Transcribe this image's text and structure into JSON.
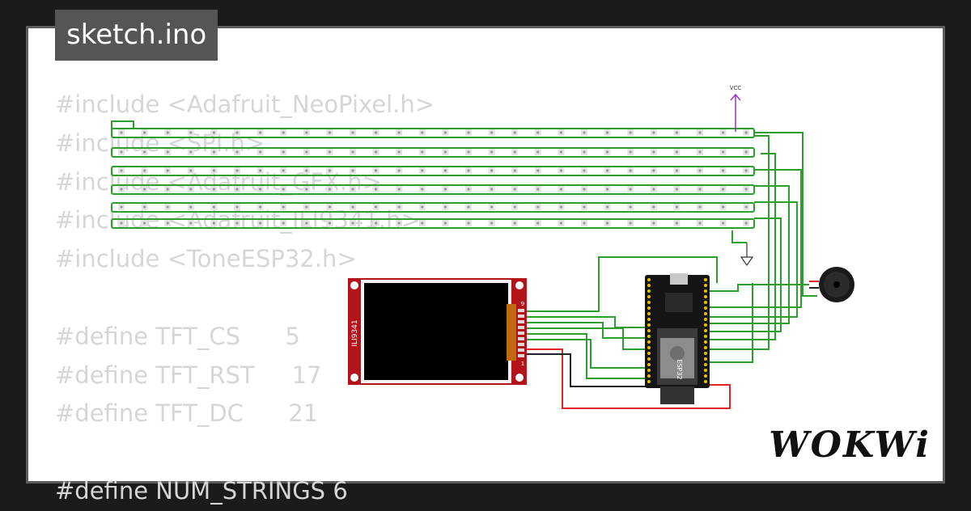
{
  "tab": {
    "title": "sketch.ino"
  },
  "code_lines": [
    "#include <Adafruit_NeoPixel.h>",
    "#include <SPI.h>",
    "#include <Adafruit_GFX.h>",
    "#include <Adafruit_ILI9341.h>",
    "#include <ToneESP32.h>",
    "",
    "#define TFT_CS      5",
    "#define TFT_RST     17",
    "#define TFT_DC      21",
    "",
    "#define NUM_STRINGS 6"
  ],
  "components": {
    "vcc_label": "VCC",
    "display_label": "ILI9341",
    "display_pin_top": "9",
    "display_pin_bottom": "1",
    "mcu_label": "ESP32"
  },
  "logo": {
    "text": "WOKWi"
  },
  "colors": {
    "background": "#1b1b1b",
    "panel": "#ffffff",
    "code_text": "#d6d6d6",
    "wire_green": "#2e9e2e",
    "wire_red": "#e02424",
    "wire_black": "#222222",
    "pcb_red": "#b3141a",
    "vcc_purple": "#9b30c8"
  }
}
